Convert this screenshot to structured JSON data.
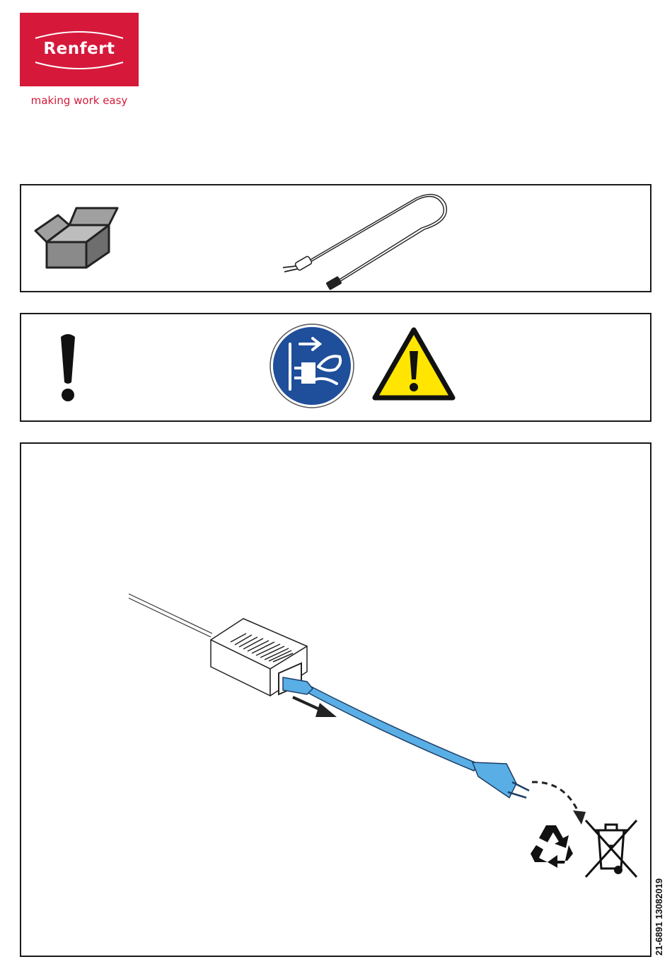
{
  "brand": {
    "name": "Renfert",
    "tagline": "making work easy",
    "color": "#d6193b"
  },
  "panels": {
    "contents": {
      "icons": [
        "open-box-icon",
        "power-cord-icon"
      ]
    },
    "safety": {
      "icons": [
        "exclamation-icon",
        "disconnect-mains-plug-icon",
        "warning-triangle-icon"
      ]
    },
    "disposal": {
      "icons": [
        "power-adapter-illustration",
        "pull-direction-arrow-icon",
        "recycling-icon",
        "crossed-out-bin-icon"
      ]
    }
  },
  "colors": {
    "mandatory_blue": "#1f4e9a",
    "warning_yellow": "#ffe500",
    "cable_blue": "#5aaee6"
  },
  "document_number": "21-6891 13082019"
}
